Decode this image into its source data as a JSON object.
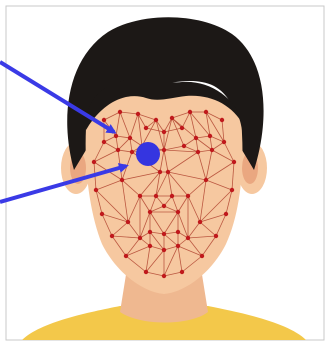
{
  "figure": {
    "subject": "face-landmark-mesh",
    "colors": {
      "background": "#ffffff",
      "frame": "#c9c9c9",
      "hair": "#1c1816",
      "skin": "#f6c8a0",
      "skin_shadow": "#e8ad83",
      "ear_inner": "#eaa780",
      "shirt": "#f3c84a",
      "mesh_line": "#b0432f",
      "landmark": "#c0191c",
      "arrow": "#3a3ae6",
      "highlight_point": "#3535e0"
    },
    "icons": [
      "arrow-upper",
      "arrow-lower",
      "highlighted-landmark-dot"
    ]
  }
}
